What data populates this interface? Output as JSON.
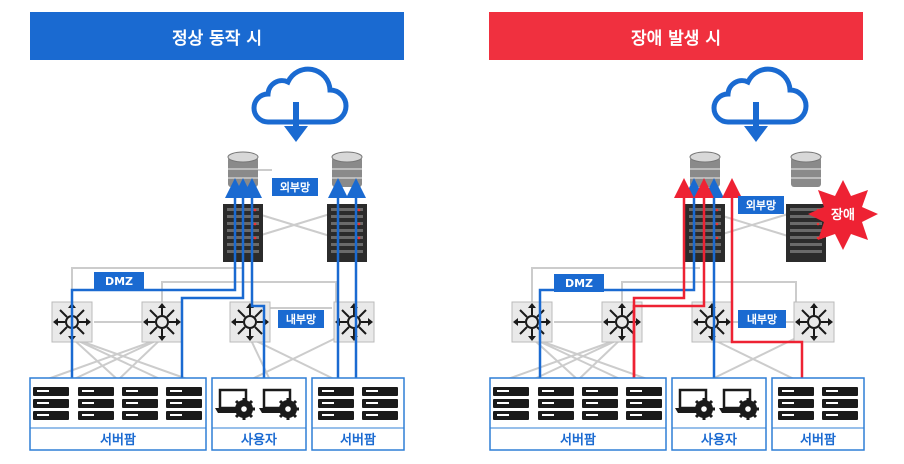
{
  "normal": {
    "banner": "정상 동작 시",
    "banner_color": "#1a6ad1",
    "labels": {
      "external": "외부망",
      "dmz": "DMZ",
      "internal": "내부망"
    },
    "groups": [
      "서버팜",
      "사용자",
      "서버팜"
    ]
  },
  "failure": {
    "banner": "장애 발생 시",
    "banner_color": "#f0303f",
    "labels": {
      "external": "외부망",
      "dmz": "DMZ",
      "internal": "내부망",
      "fault": "장애"
    },
    "groups": [
      "서버팜",
      "사용자",
      "서버팜"
    ]
  },
  "colors": {
    "primary_path": "#1a6ad1",
    "failover_path": "#ee2233",
    "link": "#cccccc",
    "box_border": "#2f7fd6"
  },
  "icons": [
    "cloud-download-icon",
    "database-server-icon",
    "server-rack-icon",
    "core-switch-icon",
    "server-icon",
    "user-pc-icon"
  ]
}
